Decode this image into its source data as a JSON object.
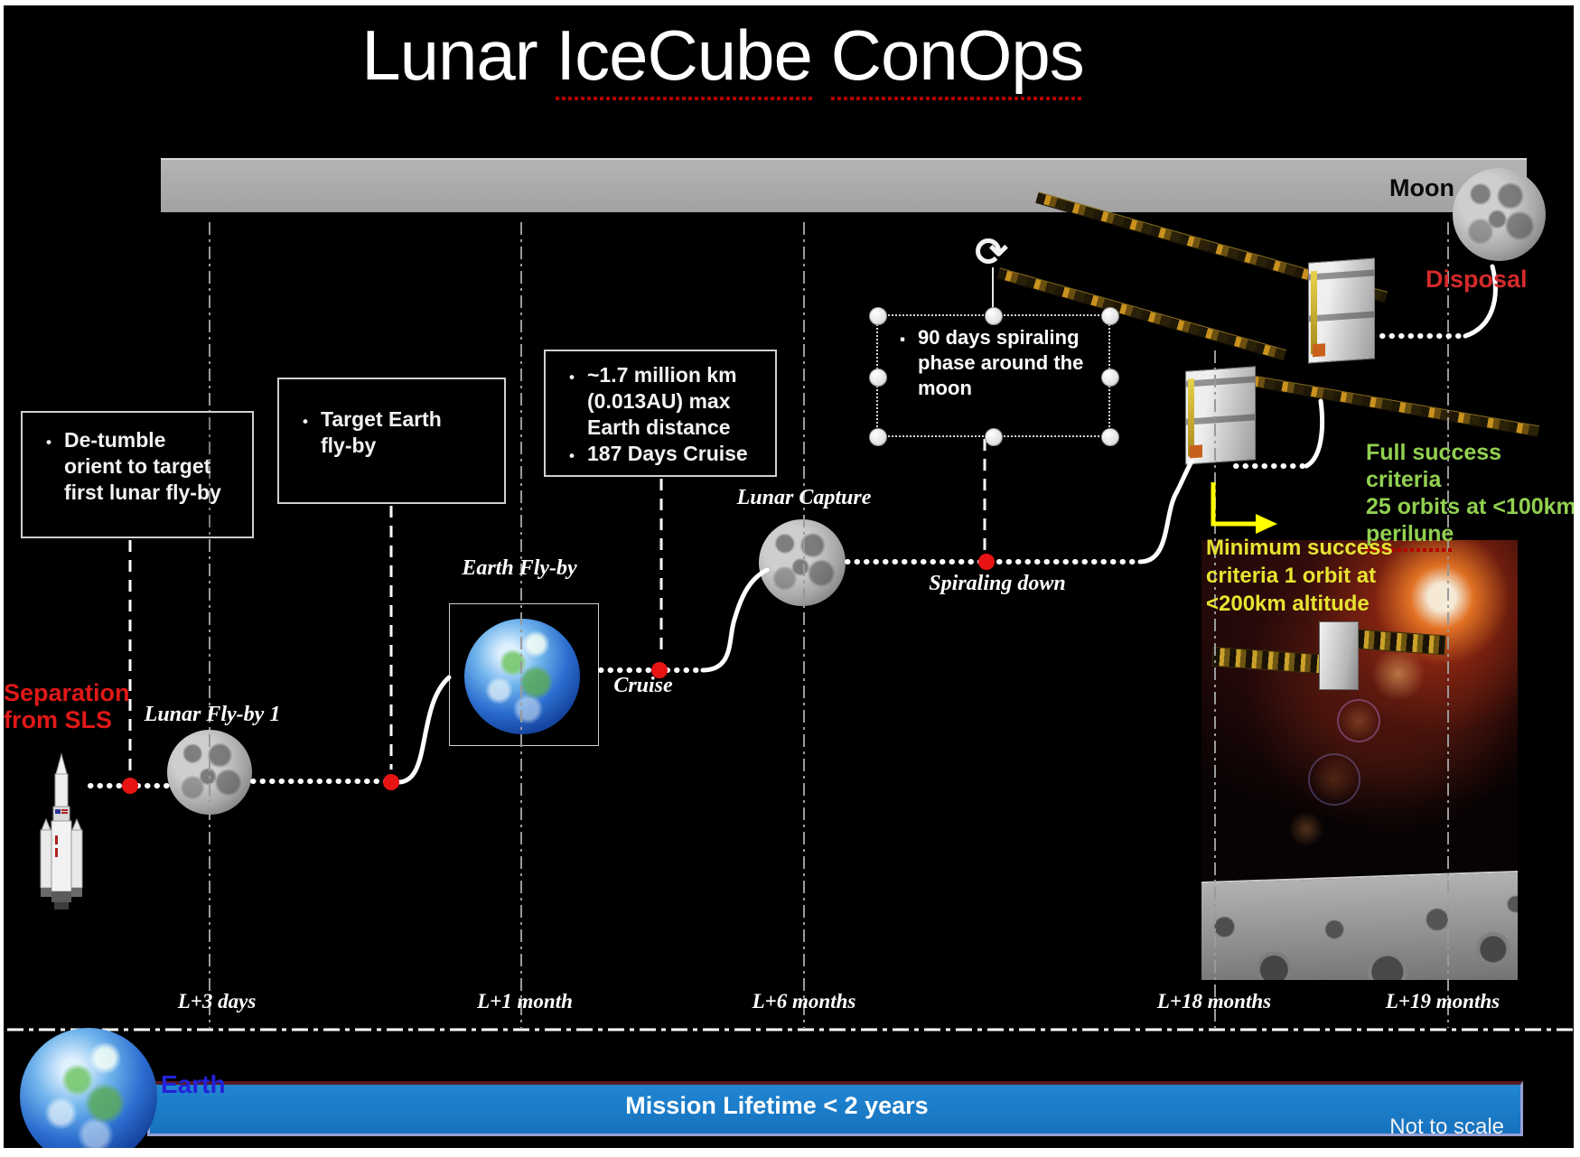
{
  "slide": {
    "title": {
      "word1": "Lunar",
      "word2": "IceCube",
      "word3": "ConOps"
    }
  },
  "track": {
    "moon_label": "Moon"
  },
  "callouts": {
    "detumble": {
      "bullet": "•",
      "lines": [
        "De-tumble",
        "orient to target",
        "first lunar fly-by"
      ]
    },
    "target_earth": {
      "bullet": "•",
      "lines": [
        "Target Earth",
        "fly-by"
      ]
    },
    "cruise_info": {
      "bullet": "•",
      "b1_lines": [
        "~1.7 million km",
        "(0.013AU) max",
        "Earth distance"
      ],
      "b2_lines": [
        "187 Days Cruise"
      ]
    },
    "spiral_info": {
      "bullet": "▪",
      "lines": [
        "90 days spiraling",
        "phase around the",
        "moon"
      ]
    }
  },
  "milestones": {
    "separation": {
      "line1": "Separation",
      "line2": "from SLS"
    },
    "lunar_flyby1": "Lunar Fly-by 1",
    "earth_flyby": "Earth Fly-by",
    "cruise": "Cruise",
    "lunar_capture": "Lunar Capture",
    "spiraling_down": "Spiraling down",
    "disposal": "Disposal"
  },
  "success": {
    "full": {
      "line1": "Full success criteria",
      "line2": "25 orbits at  <100km",
      "line3": "perilune"
    },
    "minimum": {
      "line1": "Minimum success",
      "line2": "criteria  1 orbit at",
      "line3": "<200km altitude"
    }
  },
  "timeline": {
    "ticks": [
      "L+3 days",
      "L+1 month",
      "L+6 months",
      "L+18 months",
      "L+19 months"
    ]
  },
  "footer": {
    "earth_label": "Earth",
    "mission_lifetime": "Mission Lifetime < 2 years",
    "not_to_scale": "Not to scale"
  },
  "icons": {
    "rotate_handle": "⟳"
  },
  "colors": {
    "alert_red": "#e01818",
    "success_green": "#92d050",
    "minimum_yellow": "#e8e332",
    "bar_blue": "#1779c9",
    "earth_label_blue": "#2222d8",
    "track_gray": "#a9a9a9"
  }
}
